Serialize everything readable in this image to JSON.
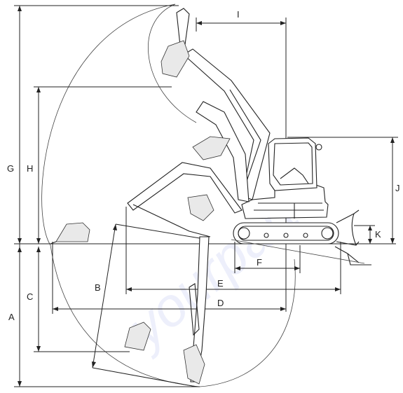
{
  "labels": {
    "A": "A",
    "B": "B",
    "C": "C",
    "D": "D",
    "E": "E",
    "F": "F",
    "G": "G",
    "H": "H",
    "I": "I",
    "J": "J",
    "K": "K"
  },
  "watermark": "yourparts",
  "colors": {
    "line": "#222222",
    "watermark": "#3b4fd8",
    "background": "#ffffff"
  }
}
